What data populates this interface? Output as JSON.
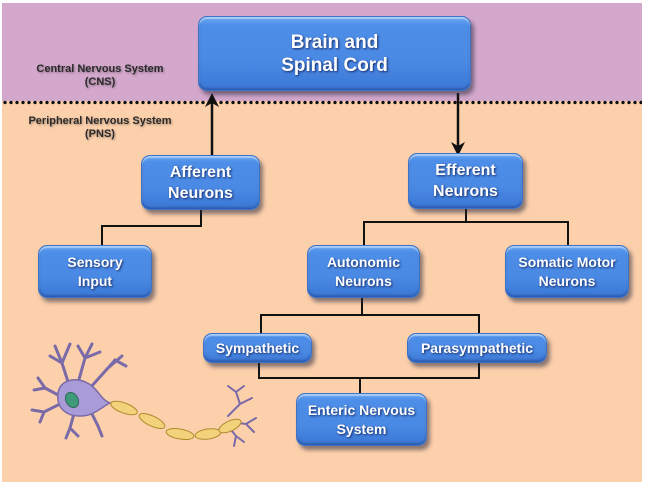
{
  "regions": {
    "cns": {
      "label_line1": "Central Nervous System",
      "label_line2": "(CNS)",
      "color": "#d4a8cc"
    },
    "pns": {
      "label_line1": "Peripheral Nervous System",
      "label_line2": "(PNS)",
      "color": "#fdd0ac"
    }
  },
  "colors": {
    "node_fill": "#4a89e4",
    "node_text": "#ffffff",
    "connector": "#111111"
  },
  "nodes": {
    "brain": {
      "line1": "Brain and",
      "line2": "Spinal Cord"
    },
    "afferent": {
      "line1": "Afferent",
      "line2": "Neurons"
    },
    "efferent": {
      "line1": "Efferent",
      "line2": "Neurons"
    },
    "sensory": {
      "line1": "Sensory",
      "line2": "Input"
    },
    "autonomic": {
      "line1": "Autonomic",
      "line2": "Neurons"
    },
    "somatic": {
      "line1": "Somatic Motor",
      "line2": "Neurons"
    },
    "sympathetic": {
      "line1": "Sympathetic"
    },
    "parasympathetic": {
      "line1": "Parasympathetic"
    },
    "enteric": {
      "line1": "Enteric Nervous",
      "line2": "System"
    }
  },
  "edges": [
    {
      "from": "afferent",
      "to": "brain",
      "arrow": true
    },
    {
      "from": "brain",
      "to": "efferent",
      "arrow": true
    },
    {
      "from": "afferent",
      "to": "sensory",
      "arrow": false
    },
    {
      "from": "efferent",
      "to": "autonomic",
      "arrow": false
    },
    {
      "from": "efferent",
      "to": "somatic",
      "arrow": false
    },
    {
      "from": "autonomic",
      "to": "sympathetic",
      "arrow": false
    },
    {
      "from": "autonomic",
      "to": "parasympathetic",
      "arrow": false
    },
    {
      "from": "sympathetic",
      "to": "enteric",
      "arrow": false
    },
    {
      "from": "parasympathetic",
      "to": "enteric",
      "arrow": false
    }
  ],
  "illustration": {
    "name": "neuron"
  }
}
